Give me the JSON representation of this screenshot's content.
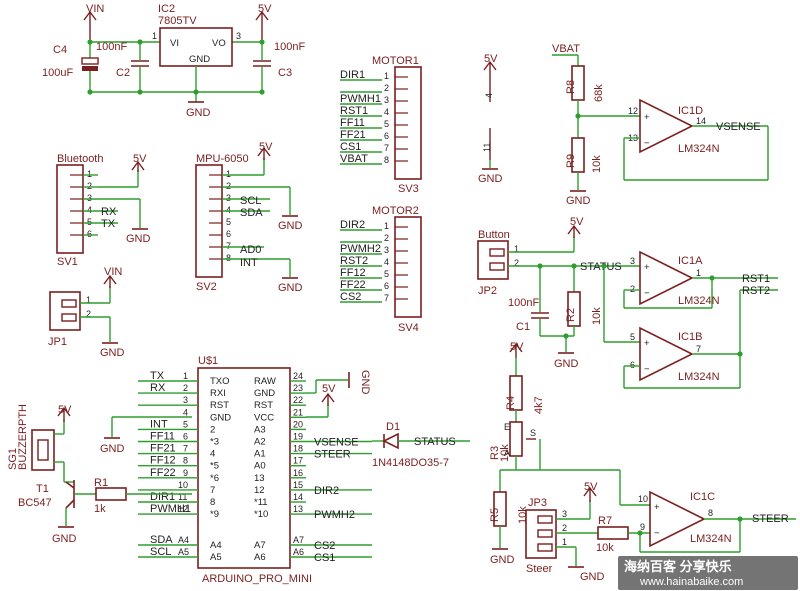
{
  "colors": {
    "wire": "#2f9e2f",
    "part": "#7a1f1f",
    "text": "#1f1f1f",
    "watermark_bg": "#555555"
  },
  "power": {
    "vin_top": "VIN",
    "v5_top": "5V",
    "gnd_reg": "GND",
    "v5_bt": "5V",
    "gnd_bt": "GND",
    "v5_mpu": "5V",
    "gnd_mpu_scl": "GND",
    "gnd_mpu_int": "GND",
    "vin_jp1": "VIN",
    "gnd_jp1": "GND",
    "v5_sup": "5V",
    "gnd_sup": "GND",
    "vbat": "VBAT",
    "gnd_r9": "GND",
    "v5_btn": "5V",
    "gnd_c1": "GND",
    "gnd_u1": "GND",
    "v5_u1": "5V",
    "v5_buz": "5V",
    "gnd_t1": "GND",
    "v5_r4": "5V",
    "gnd_r5": "GND",
    "v5_jp3": "5V",
    "gnd_jp3": "GND"
  },
  "regulator": {
    "ic": "IC2",
    "part": "7805TV",
    "vi": "VI",
    "vo": "VO",
    "gnd": "GND",
    "pin1": "1",
    "pin3": "3",
    "c4": "C4",
    "c4_val": "100uF",
    "c2": "C2",
    "c2_val": "100nF",
    "c3": "C3",
    "c3_val": "100nF"
  },
  "bluetooth": {
    "title": "Bluetooth",
    "ref": "SV1",
    "pins": [
      "1",
      "2",
      "3",
      "4",
      "5",
      "6"
    ],
    "rx": "RX",
    "tx": "TX"
  },
  "mpu": {
    "title": "MPU-6050",
    "ref": "SV2",
    "pins": [
      "1",
      "2",
      "3",
      "4",
      "5",
      "6",
      "7",
      "8"
    ],
    "scl": "SCL",
    "sda": "SDA",
    "ad0": "AD0",
    "int": "INT"
  },
  "jp1": {
    "ref": "JP1",
    "pins": [
      "1",
      "2"
    ]
  },
  "motor1": {
    "title": "MOTOR1",
    "ref": "SV3",
    "pins": [
      "1",
      "2",
      "3",
      "4",
      "5",
      "6",
      "7",
      "8"
    ],
    "nets": [
      "DIR1",
      "",
      "PWMH1",
      "RST1",
      "FF11",
      "FF21",
      "CS1",
      "VBAT"
    ]
  },
  "motor2": {
    "title": "MOTOR2",
    "ref": "SV4",
    "pins": [
      "1",
      "2",
      "3",
      "4",
      "5",
      "6",
      "7"
    ],
    "nets": [
      "DIR2",
      "",
      "PWMH2",
      "RST2",
      "FF12",
      "FF22",
      "CS2"
    ]
  },
  "supply_pins": {
    "p4": "4",
    "p11": "11"
  },
  "vsense": {
    "r8": "R8",
    "r8_val": "68k",
    "r9": "R9",
    "r9_val": "10k",
    "ic": "IC1D",
    "part": "LM324N",
    "p12": "12",
    "p13": "13",
    "p14": "14",
    "net": "VSENSE"
  },
  "button": {
    "title": "Button",
    "ref": "JP2",
    "pins": [
      "1",
      "2"
    ],
    "status": "STATUS",
    "c1": "C1",
    "c1_val": "100nF",
    "r2": "R2",
    "r2_val": "10k"
  },
  "ic1a": {
    "ic": "IC1A",
    "part": "LM324N",
    "p3": "3",
    "p2": "2",
    "p1": "1",
    "net": "RST1"
  },
  "ic1b": {
    "ic": "IC1B",
    "part": "LM324N",
    "p5": "5",
    "p6": "6",
    "p7": "7",
    "net": "RST2"
  },
  "arduino": {
    "ref": "U$1",
    "name": "ARDUINO_PRO_MINI",
    "left": [
      {
        "net": "TX",
        "pin": "1",
        "label": "TXO"
      },
      {
        "net": "RX",
        "pin": "2",
        "label": "RXI"
      },
      {
        "net": "",
        "pin": "3",
        "label": "RST"
      },
      {
        "net": "",
        "pin": "4",
        "label": "GND"
      },
      {
        "net": "INT",
        "pin": "5",
        "label": "2"
      },
      {
        "net": "FF11",
        "pin": "6",
        "label": "*3"
      },
      {
        "net": "FF21",
        "pin": "7",
        "label": "4"
      },
      {
        "net": "FF12",
        "pin": "8",
        "label": "*5"
      },
      {
        "net": "FF22",
        "pin": "9",
        "label": "*6"
      },
      {
        "net": "",
        "pin": "10",
        "label": "7"
      },
      {
        "net": "DIR1",
        "pin": "11",
        "label": "8"
      },
      {
        "net": "PWMH1",
        "pin": "12",
        "label": "*9"
      },
      {
        "net": "SDA",
        "pin": "A4",
        "label": "A4"
      },
      {
        "net": "SCL",
        "pin": "A5",
        "label": "A5"
      }
    ],
    "right": [
      {
        "label": "RAW",
        "pin": "24",
        "net": ""
      },
      {
        "label": "GND",
        "pin": "23",
        "net": ""
      },
      {
        "label": "RST",
        "pin": "22",
        "net": ""
      },
      {
        "label": "VCC",
        "pin": "21",
        "net": ""
      },
      {
        "label": "A3",
        "pin": "20",
        "net": ""
      },
      {
        "label": "A2",
        "pin": "19",
        "net": "VSENSE"
      },
      {
        "label": "A1",
        "pin": "18",
        "net": "STEER"
      },
      {
        "label": "A0",
        "pin": "17",
        "net": ""
      },
      {
        "label": "13",
        "pin": "16",
        "net": ""
      },
      {
        "label": "12",
        "pin": "15",
        "net": "DIR2"
      },
      {
        "label": "*11",
        "pin": "14",
        "net": ""
      },
      {
        "label": "*10",
        "pin": "13",
        "net": "PWMH2"
      },
      {
        "label": "A7",
        "pin": "A7",
        "net": "CS2"
      },
      {
        "label": "A6",
        "pin": "A6",
        "net": "CS1"
      }
    ]
  },
  "d1": {
    "ref": "D1",
    "part": "1N4148DO35-7",
    "net": "STATUS"
  },
  "buzzer": {
    "ref": "SG1",
    "part": "BUZZERPTH"
  },
  "t1": {
    "ref": "T1",
    "part": "BC547",
    "r1": "R1",
    "r1_val": "1k"
  },
  "steer_pot": {
    "r4": "R4",
    "r4_val": "4k7",
    "r3": "R3",
    "r3_val": "10k",
    "pot_e": "E",
    "pot_a": "A",
    "pot_s": "S",
    "r5": "R5",
    "r5_val": "10k"
  },
  "jp3": {
    "ref": "JP3",
    "title": "Steer",
    "pins": [
      "3",
      "2",
      "1"
    ],
    "r7": "R7",
    "r7_val": "10k"
  },
  "ic1c": {
    "ic": "IC1C",
    "part": "LM324N",
    "p10": "10",
    "p9": "9",
    "p8": "8",
    "net": "STEER"
  },
  "watermark": {
    "main": "海纳百客 分享快乐",
    "url": "www.hainabaike.com"
  }
}
